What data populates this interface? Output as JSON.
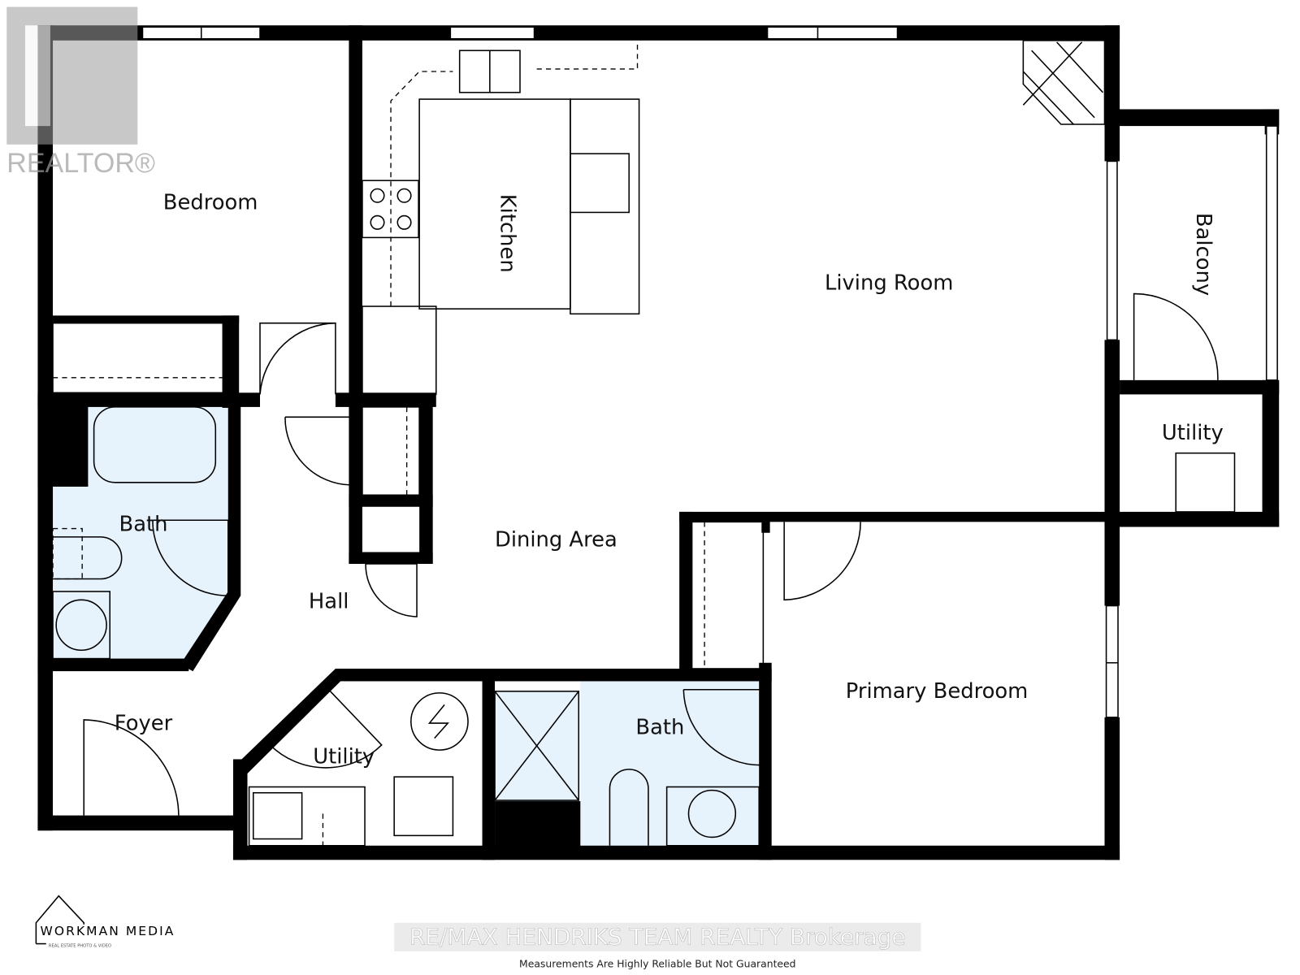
{
  "rooms": {
    "bedroom": "Bedroom",
    "kitchen": "Kitchen",
    "living_room": "Living Room",
    "balcony": "Balcony",
    "utility_balcony": "Utility",
    "bath_left": "Bath",
    "dining_area": "Dining Area",
    "hall": "Hall",
    "foyer": "Foyer",
    "utility_center": "Utility",
    "bath_right": "Bath",
    "primary_bedroom": "Primary Bedroom"
  },
  "branding": {
    "realtor_logo": "REALTOR®",
    "workman_logo": "WORKMAN MEDIA",
    "workman_tagline": "REAL ESTATE PHOTO & VIDEO",
    "brokerage_watermark": "RE/MAX  HENDRIKS TEAM REALTY  Brokerage",
    "disclaimer": "Measurements Are Highly Reliable But Not Guaranteed"
  },
  "colors": {
    "wall": "#000000",
    "bath_fill": "#e6f2fc",
    "watermark": "#9e9e9e"
  }
}
